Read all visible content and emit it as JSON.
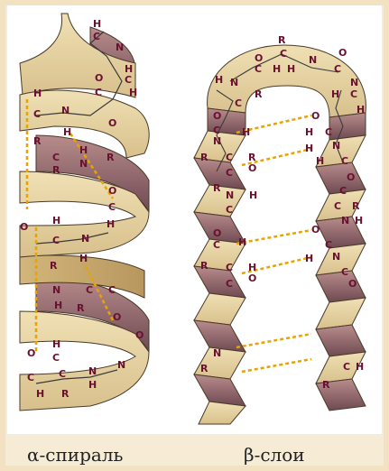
{
  "captions": {
    "alpha": "α-спираль",
    "beta": "β-слои"
  },
  "colors": {
    "ribbon_light": "#e8d6a6",
    "ribbon_dark": "#a07a7a",
    "ribbon_mid": "#c9ad79",
    "ribbon_outline": "#4a3a2a",
    "hbond": "#e8a300",
    "atom_text": "#6a1030",
    "bond_line": "#3a3a3a"
  },
  "atoms": {
    "alpha": [
      "H",
      "C",
      "N",
      "H",
      "C",
      "H",
      "O",
      "C",
      "H",
      "N",
      "H",
      "R",
      "C",
      "O",
      "C",
      "R",
      "H",
      "N",
      "R",
      "O",
      "C",
      "H",
      "O",
      "C",
      "N",
      "H",
      "R",
      "H",
      "N",
      "C",
      "H",
      "C",
      "R",
      "O",
      "C",
      "H",
      "N",
      "H",
      "O",
      "C",
      "C",
      "N",
      "H",
      "R",
      "O"
    ],
    "beta": [
      "R",
      "C",
      "N",
      "O",
      "C",
      "H",
      "H",
      "C",
      "H",
      "N",
      "O",
      "C",
      "R",
      "H",
      "C",
      "N",
      "H",
      "O",
      "C",
      "C",
      "H",
      "O",
      "N",
      "R",
      "H",
      "C",
      "C",
      "R",
      "O",
      "H",
      "N",
      "C",
      "H",
      "N",
      "R",
      "C",
      "H",
      "O",
      "C",
      "O",
      "R",
      "C",
      "N",
      "H",
      "C",
      "H",
      "O",
      "C",
      "R",
      "H",
      "C",
      "N",
      "H",
      "O",
      "C",
      "C",
      "O",
      "N",
      "R",
      "C",
      "H",
      "R"
    ]
  }
}
